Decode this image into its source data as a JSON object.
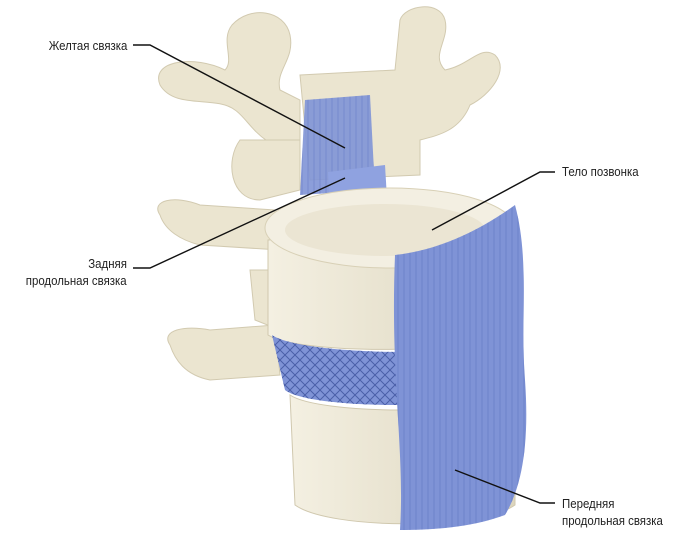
{
  "labels": {
    "yellow_ligament": "Желтая связка",
    "vertebral_body": "Тело позвонка",
    "posterior_ligament_line1": "Задняя",
    "posterior_ligament_line2": "продольная связка",
    "anterior_ligament_line1": "Передняя",
    "anterior_ligament_line2": "продольная связка"
  },
  "colors": {
    "bone": "#ebe5d0",
    "ligament": "#7f93d6",
    "line": "#111111"
  }
}
